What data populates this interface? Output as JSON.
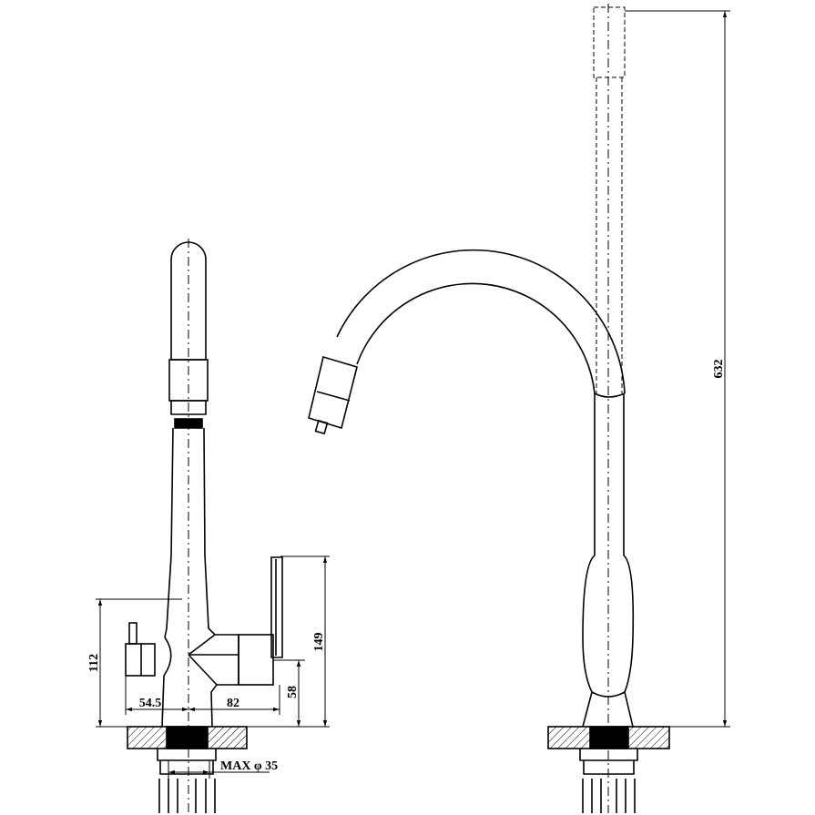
{
  "drawing": {
    "colors": {
      "line": "#000000",
      "background": "#ffffff"
    },
    "dimensions": {
      "total_height": "632",
      "lever_height": "149",
      "body_height": "112",
      "outlet_height": "58",
      "left_offset": "54.5",
      "right_offset": "82",
      "hole_max": "MAX φ 35"
    }
  }
}
